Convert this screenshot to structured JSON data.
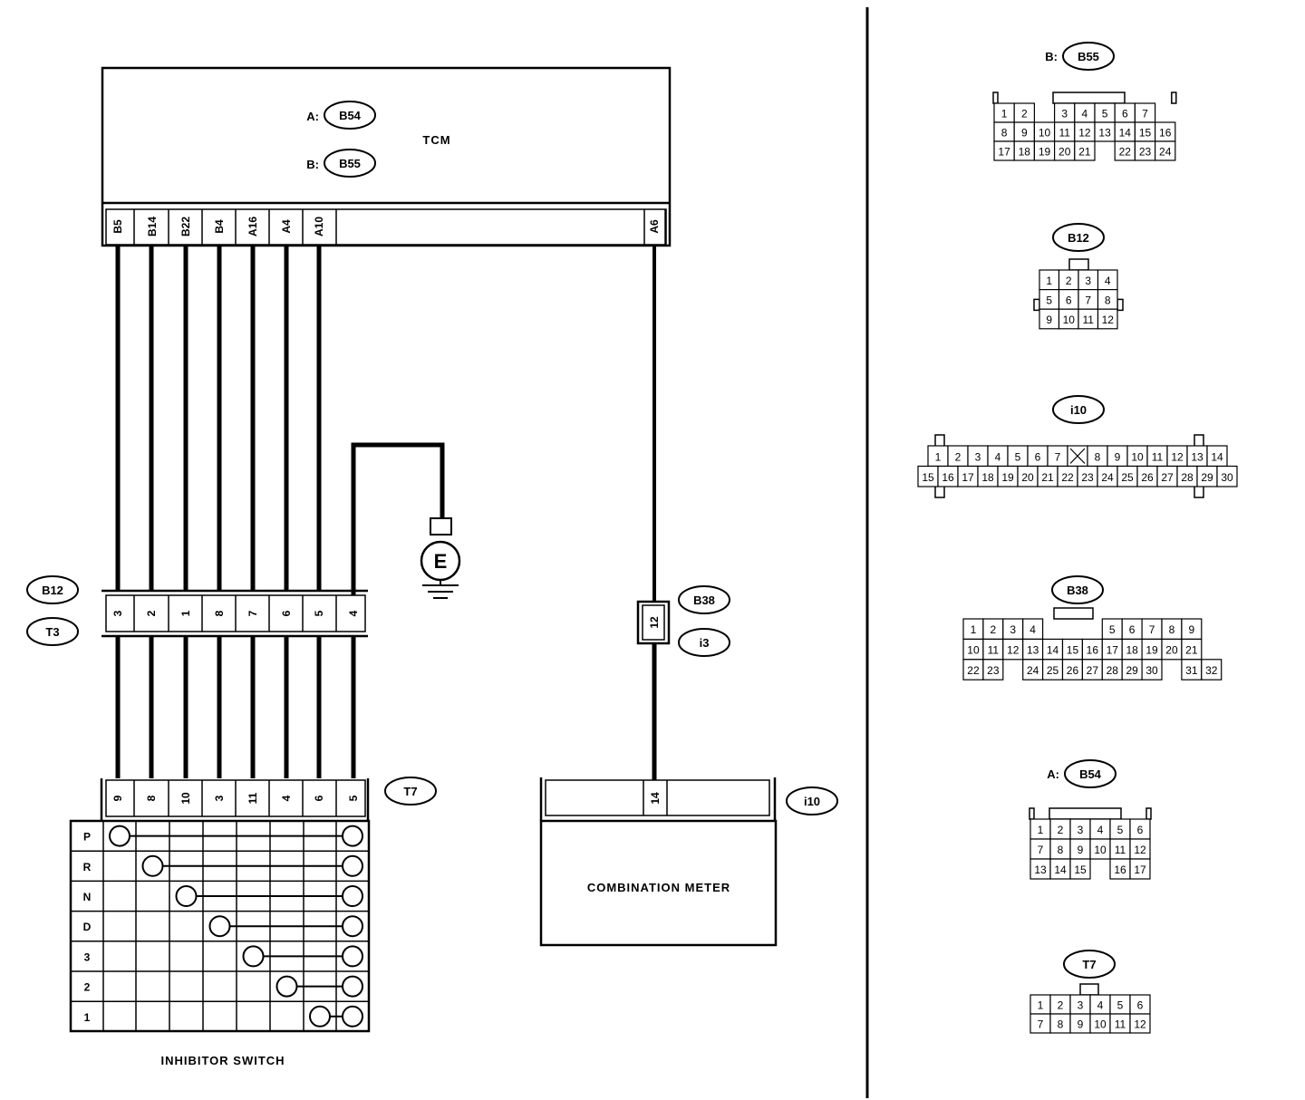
{
  "tcm": {
    "label": "TCM",
    "connectors": [
      {
        "prefix": "A:",
        "id": "B54"
      },
      {
        "prefix": "B:",
        "id": "B55"
      }
    ],
    "pins": [
      "B5",
      "B14",
      "B22",
      "B4",
      "A16",
      "A4",
      "A10",
      "A6"
    ]
  },
  "harness_connector": {
    "ids": [
      "B12",
      "T3"
    ],
    "pins": [
      "3",
      "2",
      "1",
      "8",
      "7",
      "6",
      "5",
      "4"
    ]
  },
  "ground": {
    "symbol": "E"
  },
  "inline_connector": {
    "ids": [
      "B38",
      "i3"
    ],
    "pin": "12"
  },
  "inhibitor_switch": {
    "connector_id": "T7",
    "pins": [
      "9",
      "8",
      "10",
      "3",
      "11",
      "4",
      "6",
      "5"
    ],
    "positions": [
      "P",
      "R",
      "N",
      "D",
      "3",
      "2",
      "1"
    ],
    "label": "INHIBITOR SWITCH"
  },
  "combination_meter": {
    "connector_id": "i10",
    "pin": "14",
    "label": "COMBINATION METER"
  },
  "connector_views": [
    {
      "prefix": "B:",
      "id": "B55",
      "rows": [
        [
          "1",
          "2",
          "",
          "3",
          "4",
          "5",
          "6",
          "7"
        ],
        [
          "8",
          "9",
          "10",
          "11",
          "12",
          "13",
          "14",
          "15",
          "16"
        ],
        [
          "17",
          "18",
          "19",
          "20",
          "21",
          "",
          "22",
          "23",
          "24"
        ]
      ]
    },
    {
      "prefix": "",
      "id": "B12",
      "rows": [
        [
          "1",
          "2",
          "3",
          "4"
        ],
        [
          "5",
          "6",
          "7",
          "8"
        ],
        [
          "9",
          "10",
          "11",
          "12"
        ]
      ]
    },
    {
      "prefix": "",
      "id": "i10",
      "rows": [
        [
          "1",
          "2",
          "3",
          "4",
          "5",
          "6",
          "7",
          "X",
          "8",
          "9",
          "10",
          "11",
          "12",
          "13",
          "14"
        ],
        [
          "15",
          "16",
          "17",
          "18",
          "19",
          "20",
          "21",
          "22",
          "23",
          "24",
          "25",
          "26",
          "27",
          "28",
          "29",
          "30"
        ]
      ]
    },
    {
      "prefix": "",
      "id": "B38",
      "rows": [
        [
          "1",
          "2",
          "3",
          "4",
          "",
          "",
          "",
          "5",
          "6",
          "7",
          "8",
          "9"
        ],
        [
          "10",
          "11",
          "12",
          "13",
          "14",
          "15",
          "16",
          "17",
          "18",
          "19",
          "20",
          "21"
        ],
        [
          "22",
          "23",
          "",
          "24",
          "25",
          "26",
          "27",
          "28",
          "29",
          "30",
          "",
          "31",
          "32"
        ]
      ]
    },
    {
      "prefix": "A:",
      "id": "B54",
      "rows": [
        [
          "1",
          "2",
          "3",
          "4",
          "5",
          "6"
        ],
        [
          "7",
          "8",
          "9",
          "10",
          "11",
          "12"
        ],
        [
          "13",
          "14",
          "15",
          "",
          "16",
          "17"
        ]
      ]
    },
    {
      "prefix": "",
      "id": "T7",
      "rows": [
        [
          "1",
          "2",
          "3",
          "4",
          "5",
          "6"
        ],
        [
          "7",
          "8",
          "9",
          "10",
          "11",
          "12"
        ]
      ]
    }
  ]
}
